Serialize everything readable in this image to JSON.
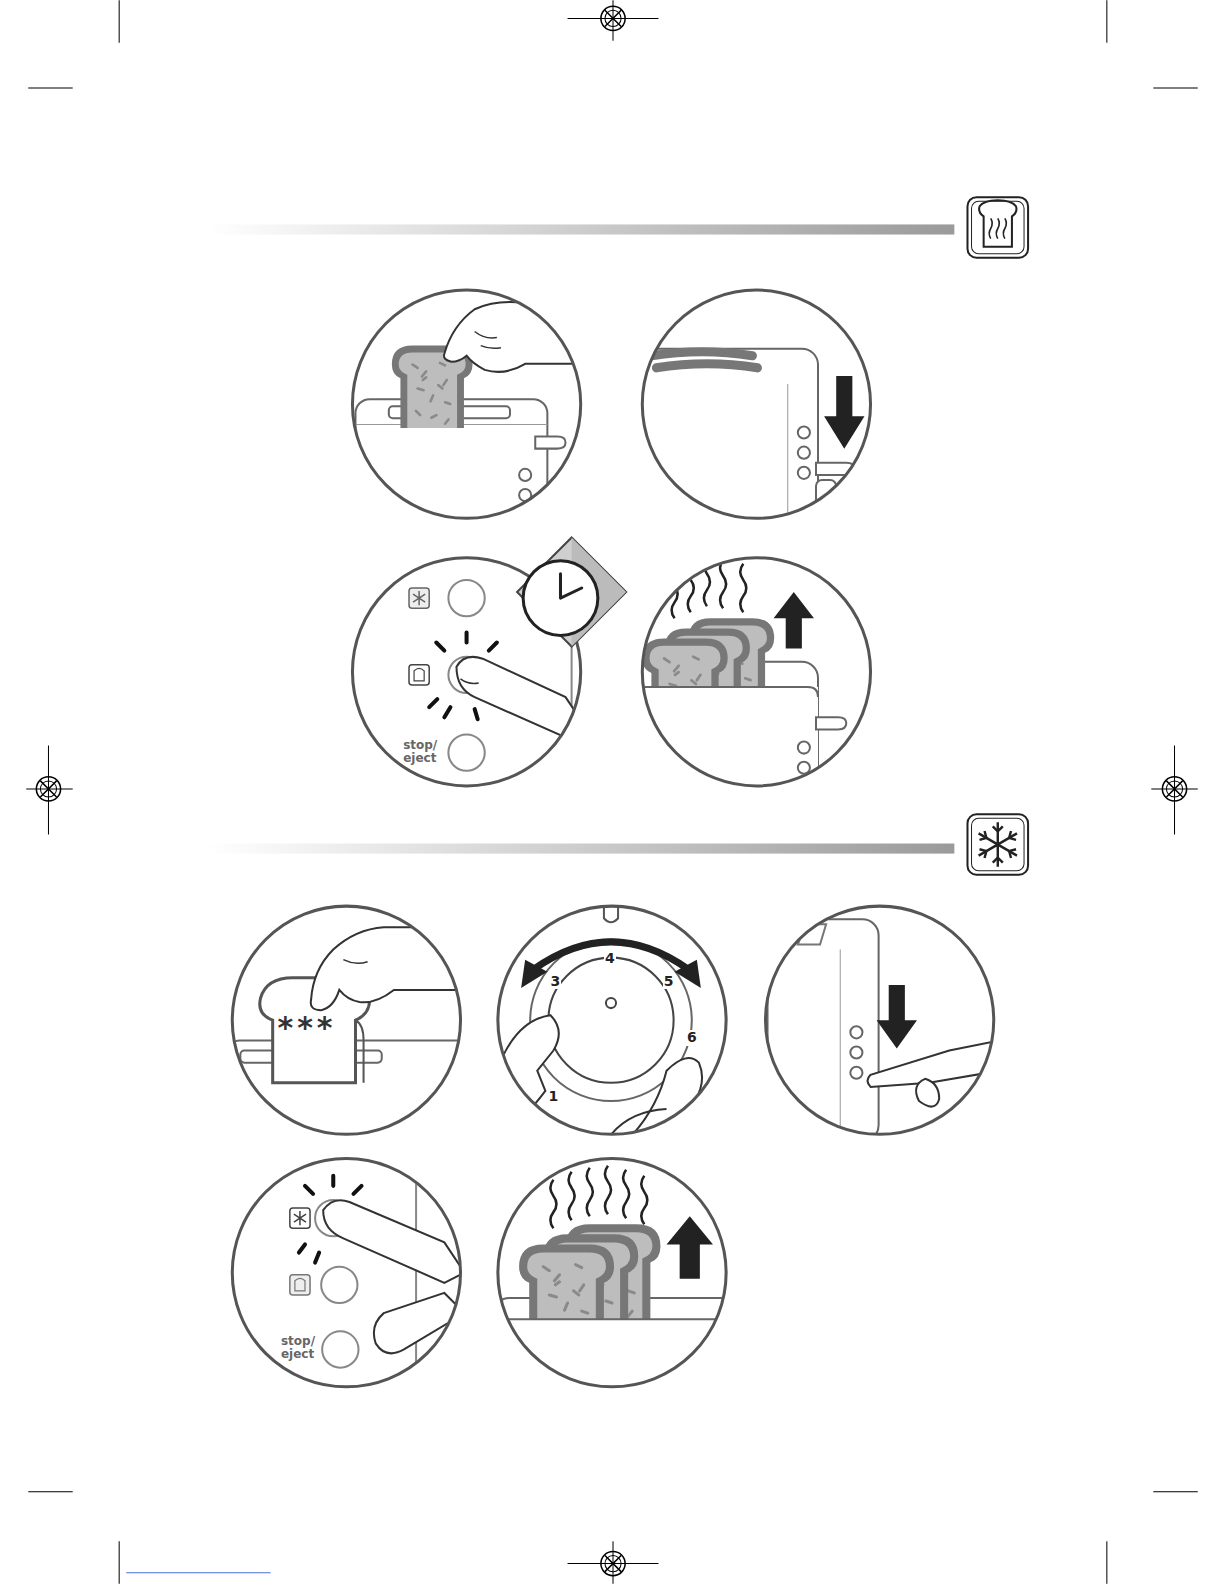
{
  "diagram": {
    "labels": [
      "stop/ eject",
      "***",
      "4",
      "3",
      "5",
      "6",
      "1",
      "stop/ eject"
    ]
  }
}
